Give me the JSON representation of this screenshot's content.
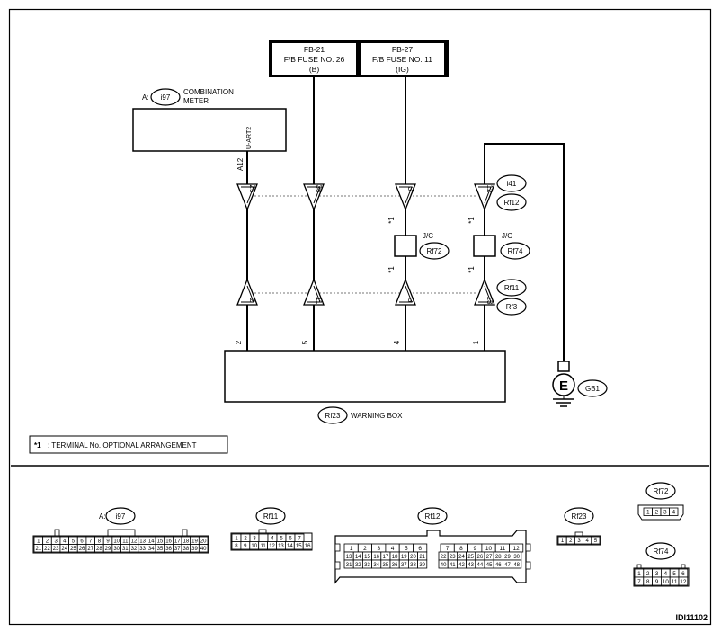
{
  "fuses": [
    {
      "id": "FB-21",
      "name": "F/B FUSE NO. 26",
      "sub": "(B)"
    },
    {
      "id": "FB-27",
      "name": "F/B FUSE NO. 11",
      "sub": "(IG)"
    }
  ],
  "meter": {
    "prefix": "A:",
    "connector": "i97",
    "line1": "COMBINATION",
    "line2": "METER",
    "pin_signal": "U-ART2",
    "pin_number": "A12"
  },
  "connectors_upper": [
    "25",
    "38",
    "3",
    "12"
  ],
  "connectors_lower": [
    "2",
    "11",
    "3",
    "13"
  ],
  "upper_labels": {
    "top": "i41",
    "bottom": "Rf12"
  },
  "lower_labels": {
    "top": "Rf11",
    "bottom": "Rf3"
  },
  "jc": [
    {
      "label": "J/C",
      "connector": "Rf72"
    },
    {
      "label": "J/C",
      "connector": "Rf74"
    }
  ],
  "optional_mark": "*1",
  "warning_box": {
    "connector": "Rf23",
    "label": "WARNING BOX",
    "pins": [
      "2",
      "5",
      "4",
      "1"
    ]
  },
  "ground": {
    "symbol": "E",
    "connector": "GB1"
  },
  "note": {
    "mark": "*1",
    "text": ": TERMINAL No. OPTIONAL ARRANGEMENT"
  },
  "connector_views": {
    "i97": {
      "prefix": "A:",
      "label": "i97",
      "row1": [
        "1",
        "2",
        "3",
        "4",
        "5",
        "6",
        "7",
        "8",
        "9",
        "10",
        "11",
        "12",
        "13",
        "14",
        "15",
        "16",
        "17",
        "18",
        "19",
        "20"
      ],
      "row2": [
        "21",
        "22",
        "23",
        "24",
        "25",
        "26",
        "27",
        "28",
        "29",
        "30",
        "31",
        "32",
        "33",
        "34",
        "35",
        "36",
        "37",
        "38",
        "39",
        "40"
      ]
    },
    "Rf11": {
      "label": "Rf11",
      "row1": [
        "1",
        "2",
        "3",
        "",
        "4",
        "5",
        "6",
        "7"
      ],
      "row2": [
        "8",
        "9",
        "10",
        "11",
        "12",
        "13",
        "14",
        "15",
        "16"
      ]
    },
    "Rf12": {
      "label": "Rf12",
      "row1a": [
        "1",
        "2",
        "3",
        "4",
        "5",
        "6"
      ],
      "row1b": [
        "7",
        "8",
        "9",
        "10",
        "11",
        "12"
      ],
      "row2a": [
        "13",
        "14",
        "15",
        "16",
        "17",
        "18",
        "19",
        "20",
        "21"
      ],
      "row2b": [
        "22",
        "23",
        "24",
        "25",
        "26",
        "27",
        "28",
        "29",
        "30"
      ],
      "row3a": [
        "31",
        "32",
        "33",
        "34",
        "35",
        "36",
        "37",
        "38",
        "39"
      ],
      "row3b": [
        "40",
        "41",
        "42",
        "43",
        "44",
        "45",
        "46",
        "47",
        "48"
      ]
    },
    "Rf23": {
      "label": "Rf23",
      "row1": [
        "1",
        "2",
        "3",
        "4",
        "5"
      ]
    },
    "Rf72": {
      "label": "Rf72",
      "row1": [
        "1",
        "2",
        "3",
        "4"
      ]
    },
    "Rf74": {
      "label": "Rf74",
      "row1": [
        "1",
        "2",
        "3",
        "4",
        "5",
        "6"
      ],
      "row2": [
        "7",
        "8",
        "9",
        "10",
        "11",
        "12"
      ]
    }
  },
  "figure_id": "IDI11102"
}
